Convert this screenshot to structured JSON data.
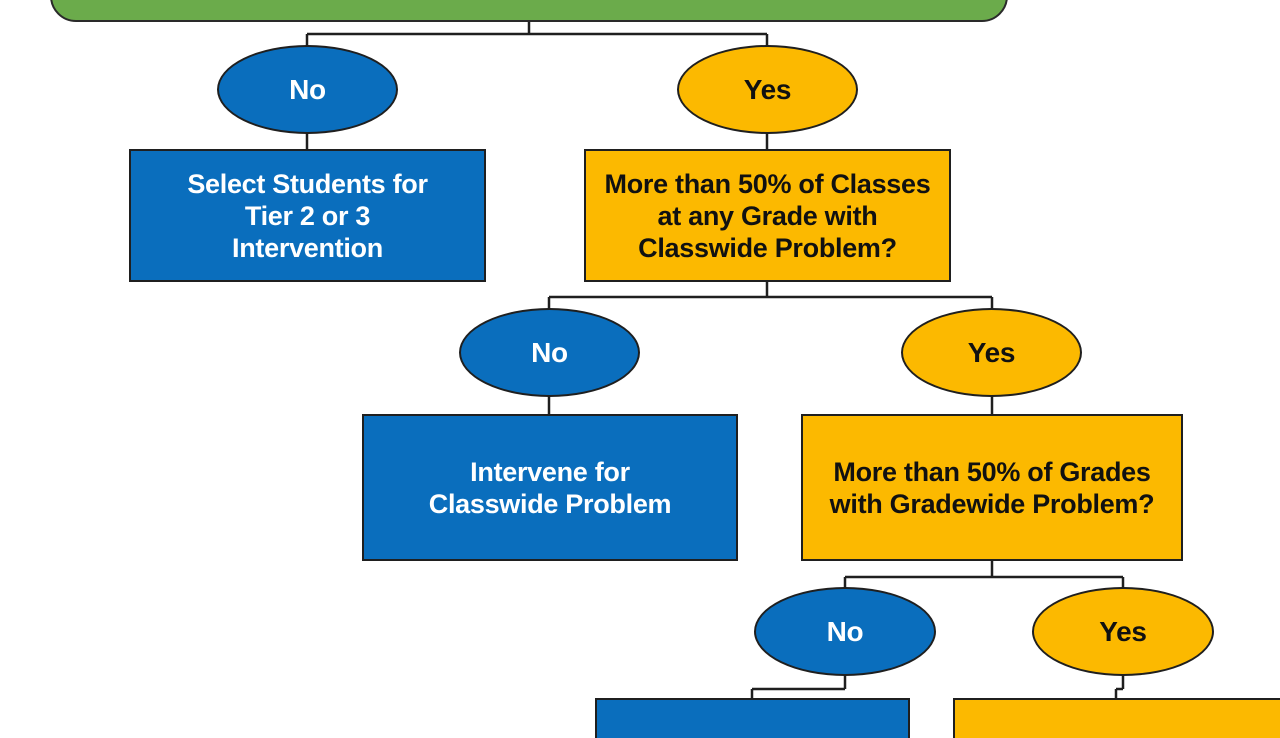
{
  "colors": {
    "blue": "#0a6ebd",
    "gold": "#fcb900",
    "green": "#6bab4b"
  },
  "level1": {
    "no": "No",
    "yes": "Yes",
    "no_box": "Select Students for Tier 2 or 3 Intervention",
    "yes_box": "More than 50% of Classes at any Grade with Classwide Problem?"
  },
  "level2": {
    "no": "No",
    "yes": "Yes",
    "no_box": "Intervene for Classwide Problem",
    "yes_box": "More than 50% of Grades with Gradewide Problem?"
  },
  "level3": {
    "no": "No",
    "yes": "Yes"
  }
}
